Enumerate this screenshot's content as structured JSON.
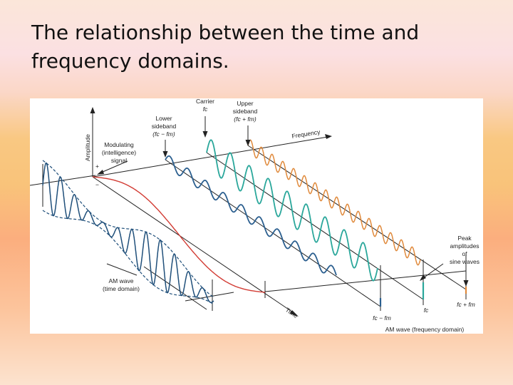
{
  "slide": {
    "title_line1": "The relationship between the time and",
    "title_line2": "frequency domains."
  },
  "diagram": {
    "labels": {
      "amplitude": "Amplitude",
      "frequency": "Frequency",
      "time": "Time",
      "carrier_l1": "Carrier",
      "carrier_l2": "fc",
      "lower_l1": "Lower",
      "lower_l2": "sideband",
      "lower_l3": "(fc − fm)",
      "upper_l1": "Upper",
      "upper_l2": "sideband",
      "upper_l3": "(fc + fm)",
      "mod_l1": "Modulating",
      "mod_l2": "(intelligence)",
      "mod_l3": "signal",
      "plus": "+",
      "minus": "−",
      "peak_l1": "Peak",
      "peak_l2": "amplitudes",
      "peak_l3": "of",
      "peak_l4": "sine waves",
      "am_l1": "AM wave",
      "am_l2": "(time domain)",
      "f_lower": "fc − fm",
      "f_carrier": "fc",
      "f_upper": "fc + fm",
      "am_freq": "AM wave (frequency domain)"
    },
    "colors": {
      "axes": "#222222",
      "carrier": "#2aa79b",
      "lower_sideband": "#2b5f8f",
      "upper_sideband": "#e08a3c",
      "modulating": "#d23b33",
      "am_wave": "#1f4f7a"
    }
  }
}
